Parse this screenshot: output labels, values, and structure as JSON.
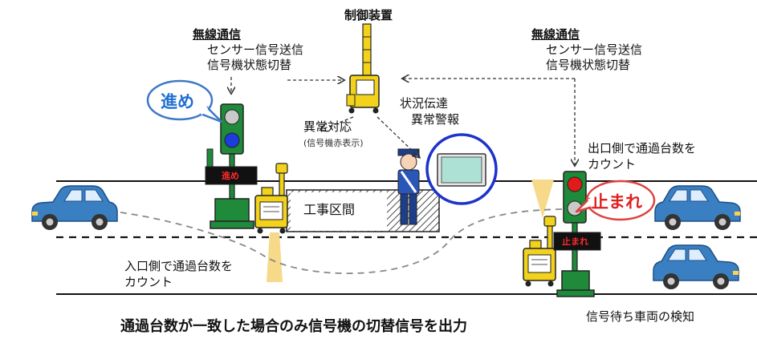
{
  "labels": {
    "controller": "制御装置",
    "wireless_left": {
      "title": "無線通信",
      "line1": "センサー信号送信",
      "line2": "信号機状態切替"
    },
    "wireless_right": {
      "title": "無線通信",
      "line1": "センサー信号送信",
      "line2": "信号機状態切替"
    },
    "status": {
      "line1": "状況伝達",
      "line2": "異常警報"
    },
    "abnormal": {
      "line1": "異常対応",
      "line2": "(信号機赤表示)"
    },
    "exit_count": {
      "line1": "出口側で通過台数を",
      "line2": "カウント"
    },
    "entry_count": {
      "line1": "入口側で通過台数を",
      "line2": "カウント"
    },
    "work_zone": "工事区間",
    "waiting_detection": "信号待ち車両の検知",
    "footer": "通過台数が一致した場合のみ信号機の切替信号を出力"
  },
  "bubbles": {
    "go": "進め",
    "stop": "止まれ"
  },
  "signboards": {
    "left": "進め",
    "right": "止まれ"
  },
  "colors": {
    "car_blue": "#3a7fc2",
    "signal_green": "#1f8a3a",
    "sensor_yellow": "#f2d21a",
    "beam": "#f7d98a",
    "go_text": "#1f6fd1",
    "stop_text": "#e02020",
    "light_blue": "#1c3ddb",
    "light_red": "#e11a1a",
    "monitor_ring": "#1d33c9"
  },
  "icons": [
    "car-icon",
    "traffic-signal-icon",
    "sensor-unit-icon",
    "controller-unit-icon",
    "worker-icon",
    "monitor-icon",
    "speech-bubble-icon"
  ]
}
